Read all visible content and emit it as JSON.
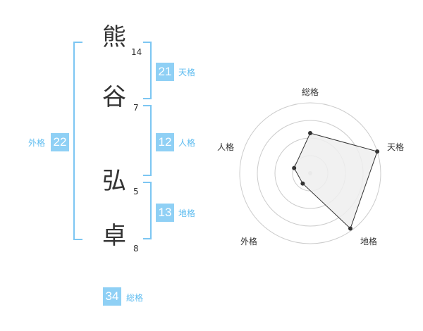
{
  "name": {
    "chars": [
      {
        "char": "熊",
        "strokes": "14"
      },
      {
        "char": "谷",
        "strokes": "7"
      },
      {
        "char": "弘",
        "strokes": "5"
      },
      {
        "char": "卓",
        "strokes": "8"
      }
    ]
  },
  "fortune": {
    "tenkaku": {
      "value": "21",
      "label": "天格"
    },
    "jinkaku": {
      "value": "12",
      "label": "人格"
    },
    "chikaku": {
      "value": "13",
      "label": "地格"
    },
    "gaikaku": {
      "value": "22",
      "label": "外格"
    },
    "soukaku": {
      "value": "34",
      "label": "総格"
    }
  },
  "colors": {
    "accent": "#8fd0f5",
    "bracket": "#7cc6f2",
    "label": "#60bdf0",
    "radar_fill": "#eeeeee",
    "radar_line": "#333333"
  },
  "chart_data": {
    "type": "radar",
    "axes": [
      "総格",
      "天格",
      "地格",
      "外格",
      "人格"
    ],
    "values": [
      0.57,
      1.0,
      0.97,
      0.18,
      0.24
    ],
    "rings": 4,
    "grid": true
  }
}
